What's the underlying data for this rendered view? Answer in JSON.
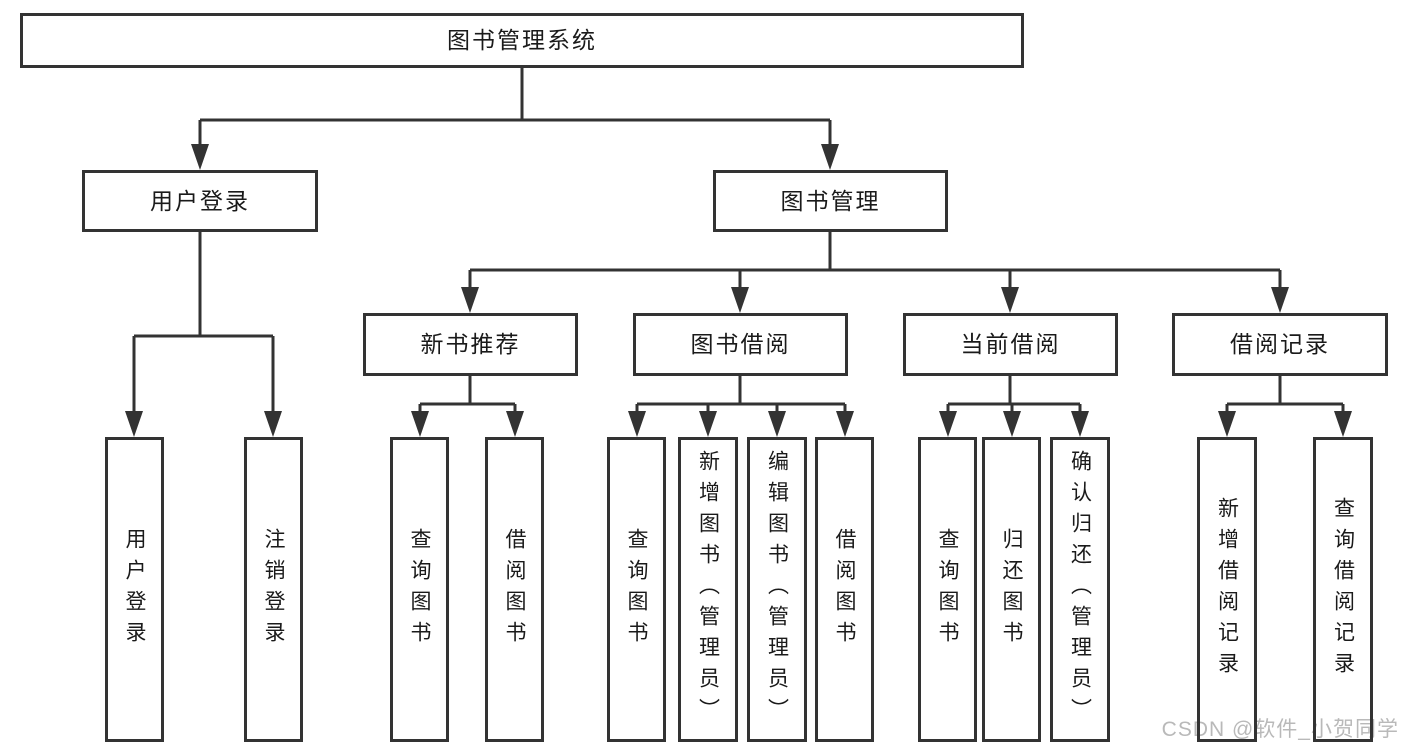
{
  "root": {
    "label": "图书管理系统"
  },
  "login": {
    "label": "用户登录",
    "children": [
      {
        "label": "用户登录"
      },
      {
        "label": "注销登录"
      }
    ]
  },
  "mgmt": {
    "label": "图书管理"
  },
  "groups": [
    {
      "label": "新书推荐",
      "children": [
        {
          "label": "查询图书"
        },
        {
          "label": "借阅图书"
        }
      ]
    },
    {
      "label": "图书借阅",
      "children": [
        {
          "label": "查询图书"
        },
        {
          "label": "新增图书（管理员）"
        },
        {
          "label": "编辑图书（管理员）"
        },
        {
          "label": "借阅图书"
        }
      ]
    },
    {
      "label": "当前借阅",
      "children": [
        {
          "label": "查询图书"
        },
        {
          "label": "归还图书"
        },
        {
          "label": "确认归还（管理员）"
        }
      ]
    },
    {
      "label": "借阅记录",
      "children": [
        {
          "label": "新增借阅记录"
        },
        {
          "label": "查询借阅记录"
        }
      ]
    }
  ],
  "watermark": "CSDN @软件_小贺同学",
  "colors": {
    "line": "#333333",
    "box_border": "#333333",
    "text": "#1a1a1a",
    "watermark": "#b9b9b9",
    "background": "#ffffff"
  }
}
